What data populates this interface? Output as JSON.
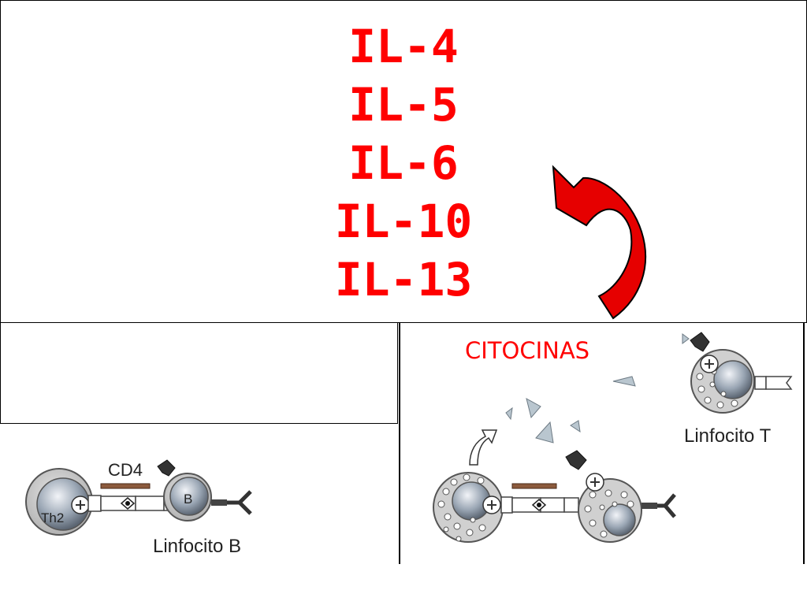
{
  "cytokines": [
    "IL-4",
    "IL-5",
    "IL-6",
    "IL-10",
    "IL-13"
  ],
  "labels": {
    "citocinas": "CITOCINAS",
    "linfocito_b": "Linfocito B",
    "linfocito_t": "Linfocito T",
    "cd4": "CD4",
    "th2": "Th2",
    "b": "B"
  },
  "colors": {
    "cytokine_text": "#ff0000",
    "arrow_fill": "#e60000",
    "cell_fill": "#c8c8c8",
    "nucleus_fill": "#9aa6b4"
  }
}
